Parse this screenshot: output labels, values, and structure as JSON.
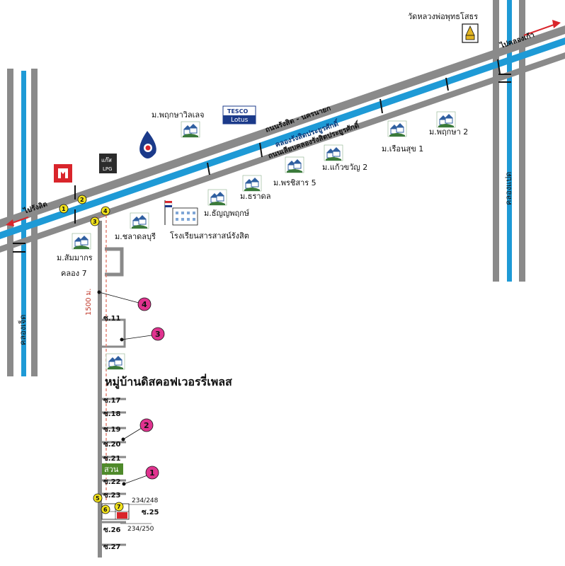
{
  "roads": {
    "nakhon_nayok": "ถนนรังสิต - นครนายก",
    "canal_rangsit": "คลองรังสิตประยูรศักดิ์",
    "canal_side_road": "ถนนเลียบคลองรังสิตประยูรศักดิ์",
    "to_rangsit": "ไปรังสิต",
    "to_khlong_9": "ไปคลองเก้า",
    "khlong_7": "คลอง 7",
    "khlong_7_vertical": "คลองเจ็ด",
    "khlong_8_vertical": "คลองแปด"
  },
  "temple": {
    "label": "วัดหลวงพ่อพุทธโสธร"
  },
  "brands": {
    "tesco_line1": "TESCO",
    "tesco_line2": "Lotus",
    "lpg_line1": "แก๊ส",
    "lpg_line2": "LPG"
  },
  "villages": [
    {
      "label": "ม.พฤกษาวิลเลจ"
    },
    {
      "label": "ม.เรือนสุข 1"
    },
    {
      "label": "ม.พฤกษา 2"
    },
    {
      "label": "ม.แก้วขวัญ 2"
    },
    {
      "label": "ม.พรชิสาร 5"
    },
    {
      "label": "ม.ธราดล"
    },
    {
      "label": "ม.ธัญญพฤกษ์"
    },
    {
      "label": "ม.ชลาดลบุรี"
    },
    {
      "label": "ม.สัมมากร"
    }
  ],
  "school": {
    "label": "โรงเรียนสารสาสน์รังสิต"
  },
  "distance": "1500 ม.",
  "main_village": "หมู่บ้านดิสคอฟเวอรรี่เพลส",
  "sois": [
    "ซ.11",
    "ซ.17",
    "ซ.18",
    "ซ.19",
    "ซ.20",
    "ซ.21",
    "ซ.22",
    "ซ.23",
    "ซ.25",
    "ซ.26",
    "ซ.27"
  ],
  "garden": "สวน",
  "house_numbers": [
    "234/248",
    "234/250"
  ],
  "pink_markers": [
    "1",
    "2",
    "3",
    "4"
  ],
  "yellow_markers": [
    "1",
    "2",
    "3",
    "4",
    "5",
    "6",
    "7"
  ],
  "colors": {
    "canal": "#1e9ad6",
    "road": "#8a8a8a",
    "pink_marker": "#e0338f",
    "yellow_marker": "#f2e21c",
    "garden": "#4f8a2b",
    "red_arrow": "#d9252b",
    "village_icon": "#3a7a3a",
    "village_house": "#2f5fa0"
  }
}
